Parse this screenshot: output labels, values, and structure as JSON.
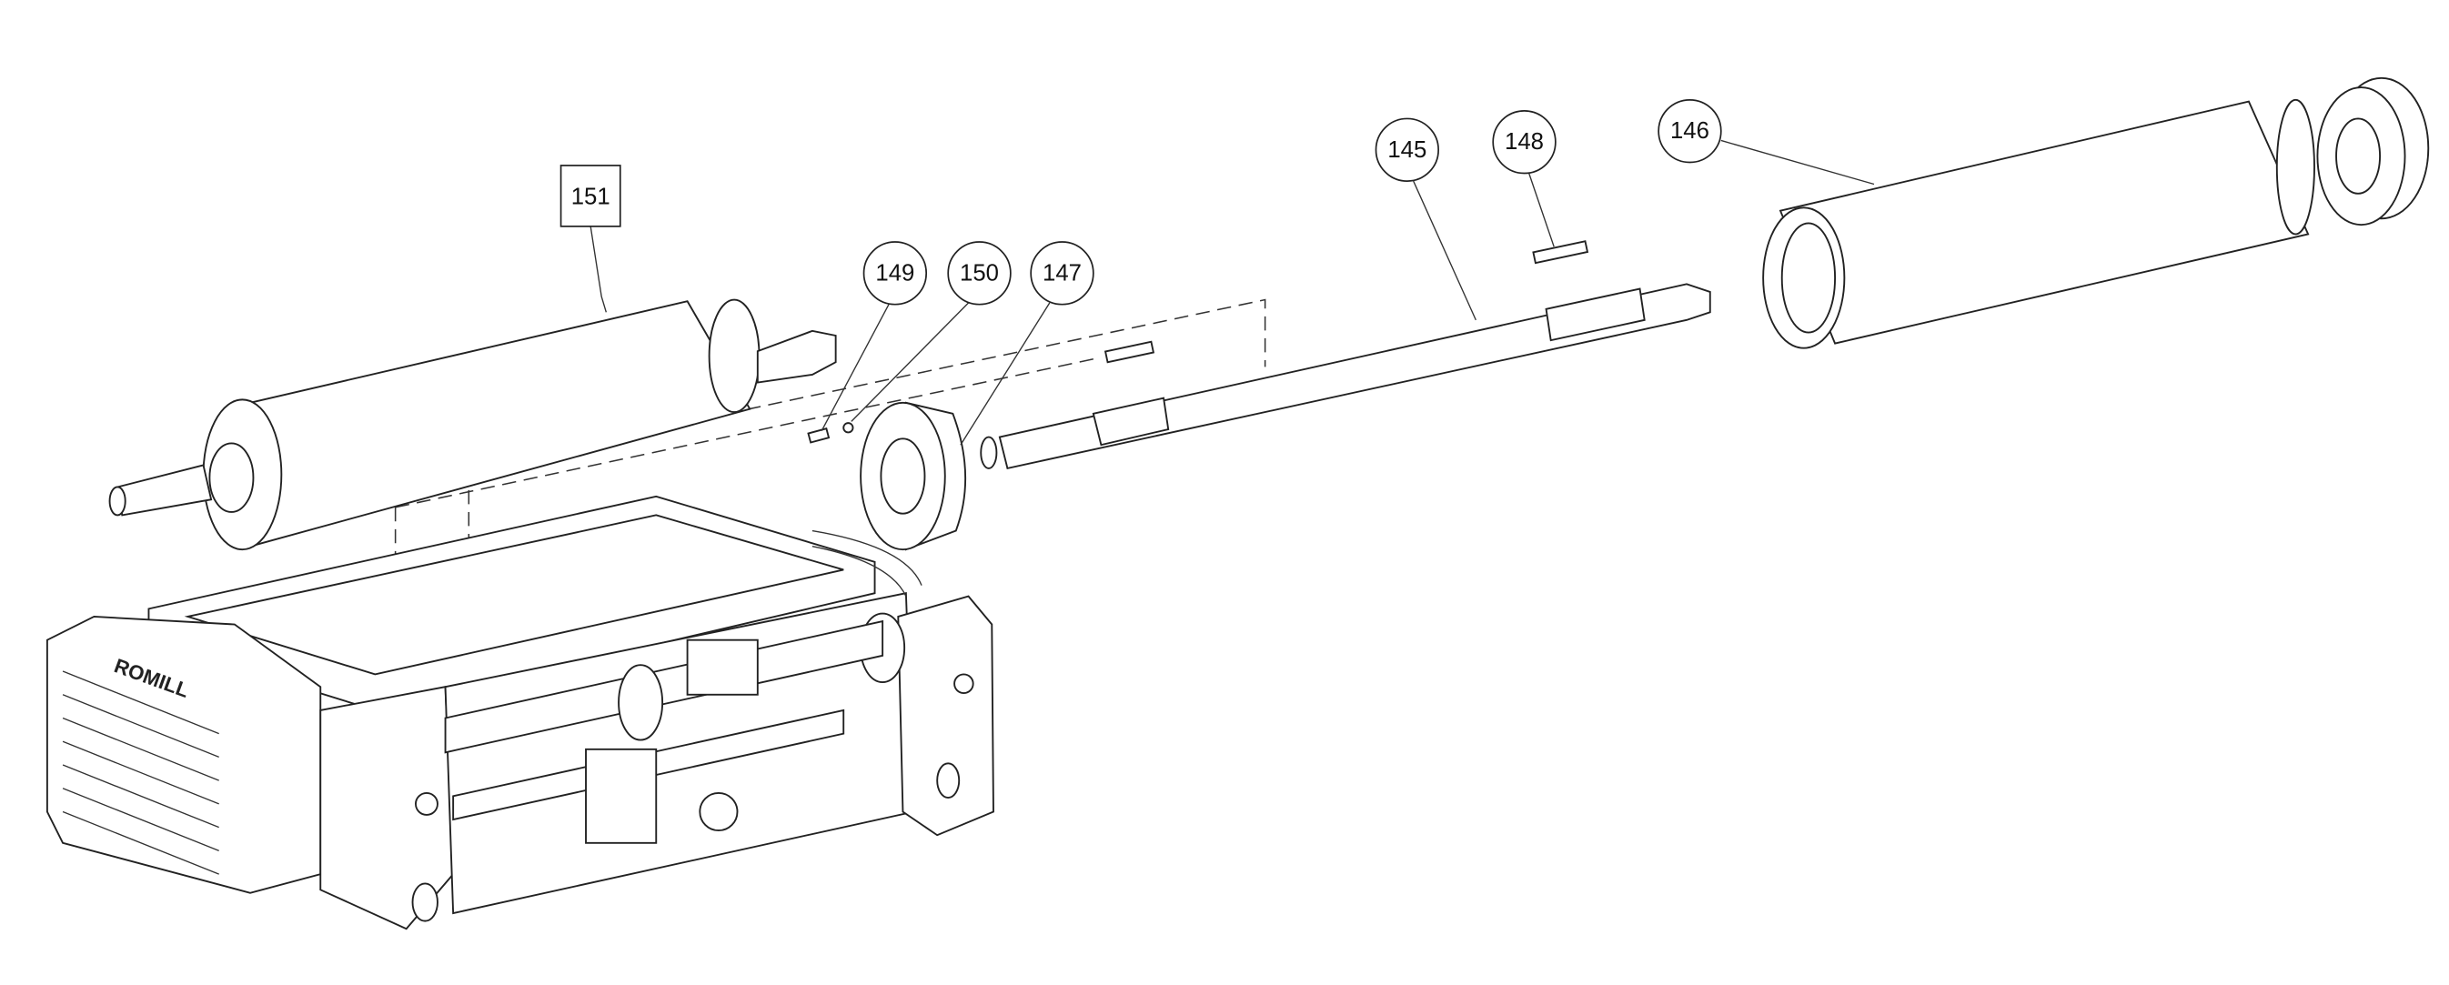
{
  "diagram": {
    "type": "exploded-parts-drawing",
    "brand_logo": "ROMILL",
    "callouts": [
      {
        "id": "151",
        "label": "151",
        "shape": "square"
      },
      {
        "id": "149",
        "label": "149",
        "shape": "circle"
      },
      {
        "id": "150",
        "label": "150",
        "shape": "circle"
      },
      {
        "id": "147",
        "label": "147",
        "shape": "circle"
      },
      {
        "id": "145",
        "label": "145",
        "shape": "circle"
      },
      {
        "id": "148",
        "label": "148",
        "shape": "circle"
      },
      {
        "id": "146",
        "label": "146",
        "shape": "circle"
      }
    ]
  }
}
